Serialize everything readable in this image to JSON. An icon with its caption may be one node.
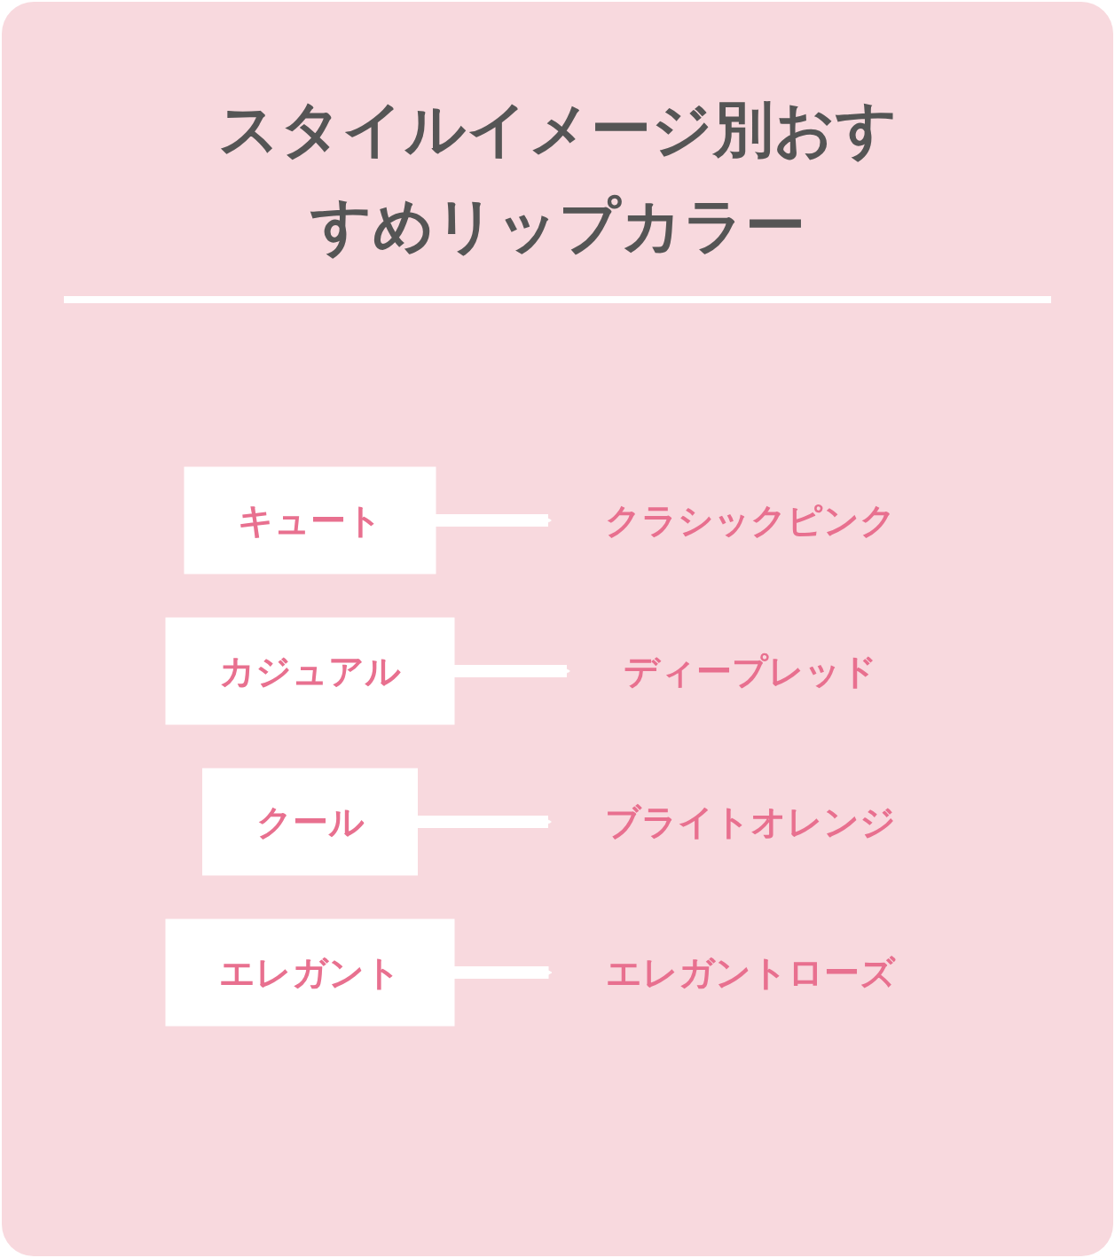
{
  "diagram": {
    "title": "スタイルイメージ別おすすめリップカラー",
    "nodes": [
      {
        "text": [
          "キュート"
        ]
      },
      {
        "text": [
          "クラシックピンク"
        ]
      },
      {
        "text": [
          "カジュアル"
        ]
      },
      {
        "text": [
          "ディープレッド"
        ]
      },
      {
        "text": [
          "クール"
        ]
      },
      {
        "text": [
          "ブライトオレンジ"
        ]
      },
      {
        "text": [
          "エレガント"
        ]
      },
      {
        "text": [
          "エレガントローズ"
        ]
      }
    ],
    "edges": [
      {
        "from": 0,
        "to": 1,
        "arrow": "to"
      },
      {
        "from": 2,
        "to": 3,
        "arrow": "to"
      },
      {
        "from": 4,
        "to": 5,
        "arrow": "to"
      },
      {
        "from": 6,
        "to": 7,
        "arrow": "to"
      }
    ]
  }
}
